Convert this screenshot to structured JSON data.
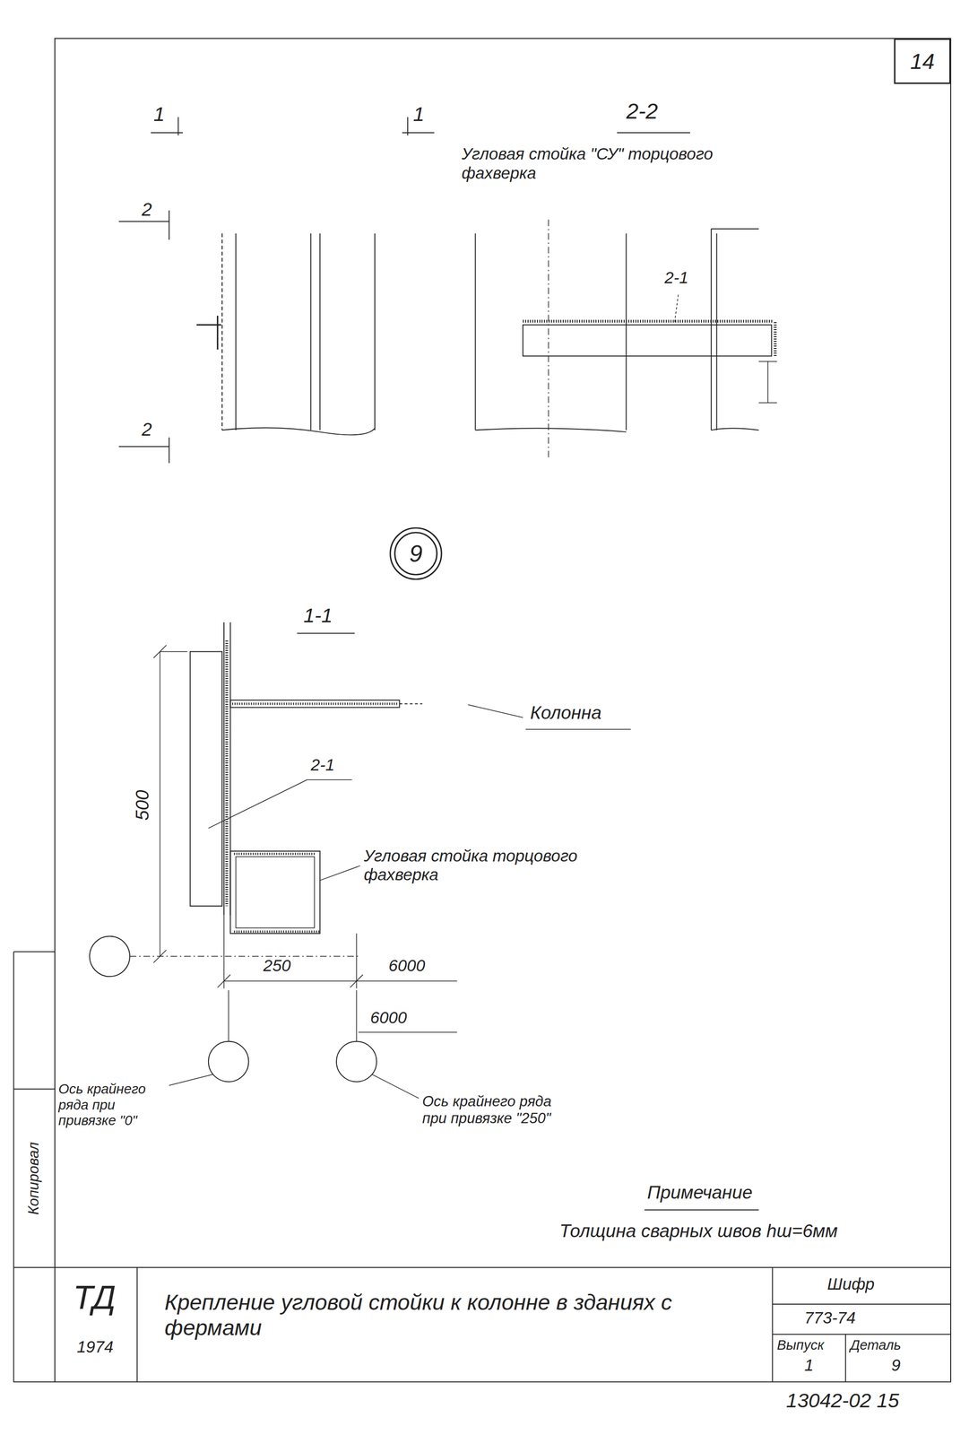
{
  "diagram": {
    "title": "Крепление угловой стойки к колонне в зданиях с фермами",
    "nodes": [
      {
        "text": [
          "14"
        ]
      },
      {
        "text": [
          "9"
        ]
      }
    ],
    "labels": [
      "1",
      "1",
      "2-2",
      "Угловая стойка \"СУ\" торцового фахверка",
      "2",
      "2",
      "2-1",
      "1-1",
      "Колонна",
      "500",
      "2-1",
      "Угловая стойка торцового фахверка",
      "250",
      "6000",
      "6000",
      "Ось крайнего ряда при привязке \"0\"",
      "Ось крайнего ряда при привязке \"250\"",
      "Примечание",
      "Толщина сварных швов hш=6мм",
      "Шифр",
      "773-74",
      "Выпуск",
      "Деталь",
      "1",
      "9",
      "ТД",
      "1974",
      "13042-02 15",
      "Копировал"
    ]
  }
}
